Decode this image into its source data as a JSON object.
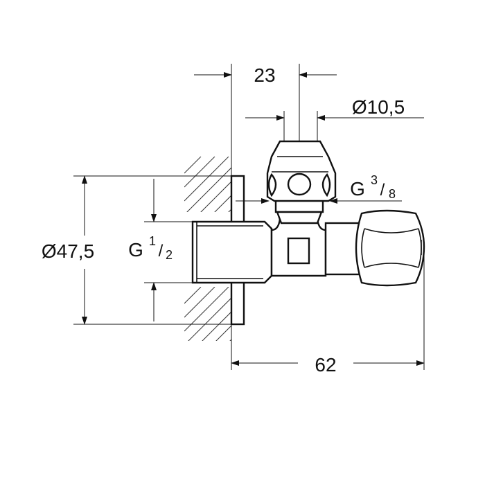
{
  "dimensions": {
    "top_offset": "23",
    "outlet_diameter": "Ø10,5",
    "outlet_thread_prefix": "G",
    "outlet_thread_num": "3",
    "outlet_thread_den": "8",
    "flange_diameter": "Ø47,5",
    "inlet_thread_prefix": "G",
    "inlet_thread_num": "1",
    "inlet_thread_den": "2",
    "overall_length": "62"
  }
}
